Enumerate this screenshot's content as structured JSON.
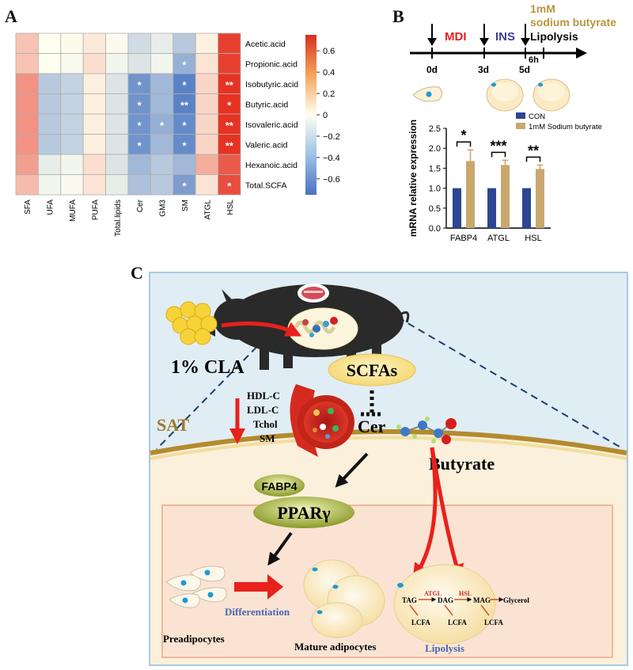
{
  "panels": {
    "a": "A",
    "b": "B",
    "c": "C"
  },
  "heatmap": {
    "rows": [
      "Acetic.acid",
      "Propionic.acid",
      "Isobutyric.acid",
      "Butyric.acid",
      "Isovaleric.acid",
      "Valeric.acid",
      "Hexanoic.acid",
      "Total.SCFA"
    ],
    "cols": [
      "SFA",
      "UFA",
      "MUFA",
      "PUFA",
      "Total.lipids",
      "Cer",
      "GM3",
      "SM",
      "ATGL",
      "HSL"
    ],
    "values": [
      [
        0.22,
        0.0,
        0.02,
        0.08,
        -0.02,
        -0.2,
        -0.1,
        -0.3,
        0.05,
        0.7
      ],
      [
        0.22,
        0.0,
        -0.03,
        0.12,
        -0.05,
        -0.15,
        -0.05,
        -0.45,
        0.1,
        0.7
      ],
      [
        0.4,
        -0.3,
        -0.25,
        0.06,
        -0.15,
        -0.6,
        -0.4,
        -0.7,
        0.15,
        0.8
      ],
      [
        0.4,
        -0.3,
        -0.25,
        0.06,
        -0.15,
        -0.6,
        -0.4,
        -0.7,
        0.15,
        0.8
      ],
      [
        0.4,
        -0.3,
        -0.25,
        0.06,
        -0.15,
        -0.6,
        -0.45,
        -0.65,
        0.15,
        0.8
      ],
      [
        0.4,
        -0.3,
        -0.25,
        0.06,
        -0.15,
        -0.6,
        -0.4,
        -0.65,
        0.15,
        0.8
      ],
      [
        0.35,
        -0.1,
        -0.05,
        0.12,
        -0.15,
        -0.4,
        -0.3,
        -0.4,
        0.3,
        0.6
      ],
      [
        0.25,
        -0.05,
        -0.02,
        0.1,
        -0.1,
        -0.35,
        -0.3,
        -0.55,
        0.1,
        0.65
      ]
    ],
    "stars": [
      [
        "",
        "",
        "",
        "",
        "",
        "",
        "",
        "",
        "",
        ""
      ],
      [
        "",
        "",
        "",
        "",
        "",
        "",
        "",
        "*",
        "",
        ""
      ],
      [
        "",
        "",
        "",
        "",
        "",
        "*",
        "",
        "*",
        "",
        "**"
      ],
      [
        "",
        "",
        "",
        "",
        "",
        "*",
        "",
        "**",
        "",
        "*"
      ],
      [
        "",
        "",
        "",
        "",
        "",
        "*",
        "*",
        "*",
        "",
        "**"
      ],
      [
        "",
        "",
        "",
        "",
        "",
        "*",
        "",
        "*",
        "",
        "**"
      ],
      [
        "",
        "",
        "",
        "",
        "",
        "",
        "",
        "",
        "",
        ""
      ],
      [
        "",
        "",
        "",
        "",
        "",
        "",
        "",
        "*",
        "",
        "*"
      ]
    ],
    "colorbar_ticks": [
      "0.6",
      "0.4",
      "0.2",
      "0",
      "−0.2",
      "−0.4",
      "−0.6"
    ],
    "colorbar_tick_values": [
      0.6,
      0.4,
      0.2,
      0,
      -0.2,
      -0.4,
      -0.6
    ],
    "colorbar_range": [
      -0.75,
      0.75
    ],
    "colors": {
      "low": "#4e79c4",
      "mid": "#ffffef",
      "high": "#e63222"
    }
  },
  "timeline": {
    "labels": {
      "mdi": "MDI",
      "ins": "INS",
      "lipolysis": "Lipolysis",
      "treat_line1": "1mM",
      "treat_line2": "sodium butyrate"
    },
    "days": {
      "d0": "0d",
      "d3": "3d",
      "d5": "5d",
      "h6": "6h"
    },
    "colors": {
      "mdi": "#e8211c",
      "ins": "#3c3f9b",
      "treat": "#b8963e"
    }
  },
  "chart_data": {
    "type": "bar",
    "ylabel": "mRNA relative expression",
    "categories": [
      "FABP4",
      "ATGL",
      "HSL"
    ],
    "yticks": [
      "0.0",
      "0.5",
      "1.0",
      "1.5",
      "2.0",
      "2.5"
    ],
    "ylim": [
      0,
      2.5
    ],
    "series": [
      {
        "name": "CON",
        "values": [
          1.0,
          1.0,
          1.0
        ],
        "color": "#2d4592"
      },
      {
        "name": "1mM Sodium butyrate",
        "values": [
          1.68,
          1.58,
          1.48
        ],
        "errors": [
          0.28,
          0.12,
          0.1
        ],
        "color": "#c8a86e"
      }
    ],
    "significance": [
      "*",
      "***",
      "**"
    ]
  },
  "diagram": {
    "cla": "1% CLA",
    "scfas": "SCFAs",
    "sat": "SAT",
    "lipids": [
      "HDL-C",
      "LDL-C",
      "Tchol",
      "SM"
    ],
    "cer": "Cer",
    "butyrate": "Butyrate",
    "fabp4": "FABP4",
    "ppar": "PPARγ",
    "differentiation": "Differentiation",
    "preadipocytes": "Preadipocytes",
    "mature": "Mature adipocytes",
    "lipolysis": "Lipolysis",
    "tag": "TAG",
    "dag": "DAG",
    "mag": "MAG",
    "glycerol": "Glycerol",
    "lcfa": "LCFA",
    "atgl": "ATGL",
    "hsl": "HSL"
  }
}
